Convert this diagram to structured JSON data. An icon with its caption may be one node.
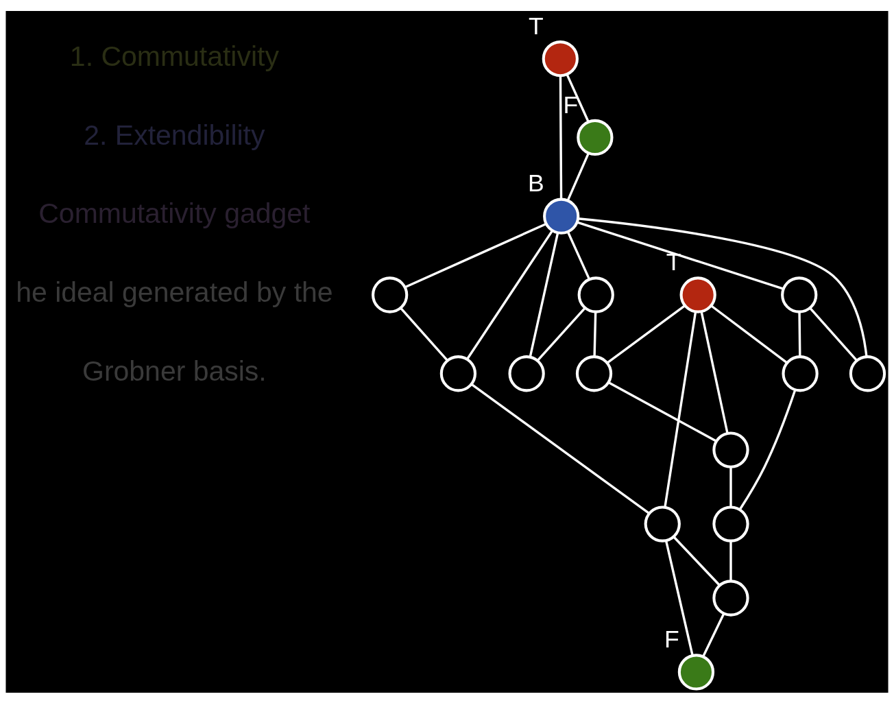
{
  "diagram": {
    "nodes": [
      {
        "text": [],
        "shape": "circle",
        "beside": [
          "T"
        ]
      },
      {
        "text": [],
        "shape": "circle",
        "beside": [
          "F"
        ]
      },
      {
        "text": [],
        "shape": "circle",
        "beside": [
          "B"
        ]
      },
      {
        "text": [],
        "shape": "circle"
      },
      {
        "text": [],
        "shape": "circle"
      },
      {
        "text": [],
        "shape": "circle"
      },
      {
        "text": [],
        "shape": "circle"
      },
      {
        "text": [],
        "shape": "circle"
      },
      {
        "text": [],
        "shape": "circle"
      },
      {
        "text": [],
        "shape": "circle"
      },
      {
        "text": [],
        "shape": "circle"
      },
      {
        "text": [],
        "shape": "circle"
      },
      {
        "text": [],
        "shape": "circle",
        "beside": [
          "T"
        ]
      },
      {
        "text": [],
        "shape": "circle"
      },
      {
        "text": [],
        "shape": "circle"
      },
      {
        "text": [],
        "shape": "circle"
      },
      {
        "text": [],
        "shape": "circle",
        "beside": [
          "F"
        ]
      }
    ],
    "edges": [
      {
        "from": 0,
        "to": 1,
        "arrow": "none"
      },
      {
        "from": 0,
        "to": 2,
        "arrow": "none"
      },
      {
        "from": 1,
        "to": 2,
        "arrow": "none"
      },
      {
        "from": 2,
        "to": 3,
        "arrow": "none"
      },
      {
        "from": 2,
        "to": 4,
        "arrow": "none"
      },
      {
        "from": 2,
        "to": 5,
        "arrow": "none"
      },
      {
        "from": 2,
        "to": 6,
        "arrow": "none"
      },
      {
        "from": 2,
        "to": 7,
        "arrow": "none"
      },
      {
        "from": 2,
        "to": 8,
        "arrow": "none"
      },
      {
        "from": 3,
        "to": 4,
        "arrow": "none"
      },
      {
        "from": 5,
        "to": 6,
        "arrow": "none"
      },
      {
        "from": 7,
        "to": 8,
        "arrow": "none"
      },
      {
        "from": 3,
        "to": 9,
        "arrow": "none"
      },
      {
        "from": 5,
        "to": 10,
        "arrow": "none"
      },
      {
        "from": 8,
        "to": 11,
        "arrow": "none"
      },
      {
        "from": 9,
        "to": 13,
        "arrow": "none"
      },
      {
        "from": 10,
        "to": 14,
        "arrow": "none"
      },
      {
        "from": 11,
        "to": 15,
        "arrow": "none"
      },
      {
        "from": 12,
        "to": 9,
        "arrow": "none"
      },
      {
        "from": 12,
        "to": 10,
        "arrow": "none"
      },
      {
        "from": 12,
        "to": 11,
        "arrow": "none"
      },
      {
        "from": 12,
        "to": 13,
        "arrow": "none"
      },
      {
        "from": 13,
        "to": 14,
        "arrow": "none"
      },
      {
        "from": 14,
        "to": 15,
        "arrow": "none"
      },
      {
        "from": 15,
        "to": 16,
        "arrow": "none"
      },
      {
        "from": 11,
        "to": 16,
        "arrow": "none"
      }
    ],
    "labels": [
      "1. Commutativity",
      "2. Extendibility",
      "Commutativity gadget",
      "he ideal generated by the",
      "Grobner basis."
    ]
  }
}
